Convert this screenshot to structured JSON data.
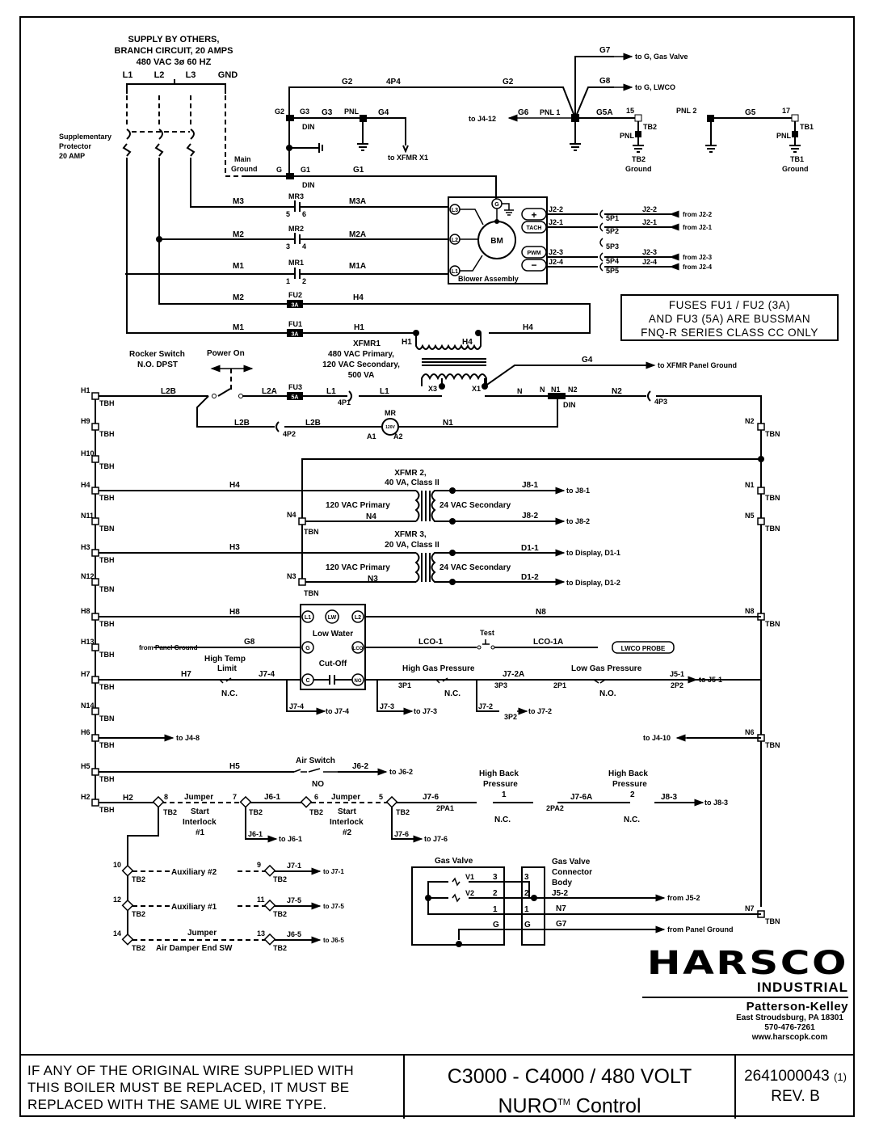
{
  "supply": {
    "line1": "SUPPLY BY OTHERS,",
    "line2": "BRANCH CIRCUIT, 20 AMPS",
    "line3": "480 VAC 3ø 60 HZ",
    "phases": [
      "L1",
      "L2",
      "L3",
      "GND"
    ]
  },
  "protector": {
    "line1": "Supplementary",
    "line2": "Protector",
    "line3": "20 AMP"
  },
  "main_ground": {
    "line1": "Main",
    "line2": "Ground"
  },
  "ground_section": {
    "g2_left": "G2",
    "g2_top": "G2",
    "p4p4": "4P4",
    "g2_right": "G2",
    "g3a": "G3",
    "g3b": "G3",
    "pnl": "PNL",
    "g4": "G4",
    "din1": "DIN",
    "to_xfmr_x1": "to XFMR X1",
    "g": "G",
    "g1a": "G1",
    "g1b": "G1",
    "din2": "DIN",
    "g7": "G7",
    "to_g_gas_valve": "to G, Gas Valve",
    "g8": "G8",
    "to_g_lwco": "to G, LWCO",
    "to_j4_12": "to J4-12",
    "g6": "G6",
    "pnl1": "PNL 1",
    "g5a": "G5A",
    "n15": "15",
    "tb2": "TB2",
    "pnl_tb2": "PNL",
    "tb2_ground_1": "TB2",
    "tb2_ground_2": "Ground",
    "pnl2": "PNL 2",
    "g5": "G5",
    "n17": "17",
    "tb1": "TB1",
    "pnl_tb1": "PNL",
    "tb1_ground_1": "TB1",
    "tb1_ground_2": "Ground"
  },
  "motor_section": {
    "m3": "M3",
    "mr3": "MR3",
    "mr3_a": "5",
    "mr3_b": "6",
    "m3a": "M3A",
    "m2": "M2",
    "mr2": "MR2",
    "mr2_a": "3",
    "mr2_b": "4",
    "m2a": "M2A",
    "m1": "M1",
    "mr1": "MR1",
    "mr1_a": "1",
    "mr1_b": "2",
    "m1a": "M1A",
    "m2_fuse": "M2",
    "fu2": "FU2",
    "fu2_rating": "3A",
    "h4": "H4",
    "m1_fuse": "M1",
    "fu1": "FU1",
    "fu1_rating": "3A",
    "h1": "H1",
    "h4b": "H4"
  },
  "blower": {
    "label": "Blower Assembly",
    "motor": "BM",
    "l1": "L1",
    "l2": "L2",
    "l3": "L3",
    "g": "G",
    "plus": "+",
    "tach": "TACH",
    "pwm": "PWM",
    "minus": "−",
    "wires": [
      {
        "left": "J2-2",
        "plug": "5P1",
        "right": "J2-2",
        "dest": "from J2-2"
      },
      {
        "left": "J2-1",
        "plug": "5P2",
        "right": "J2-1",
        "dest": "from J2-1"
      },
      {
        "left": "",
        "plug": "5P3",
        "right": "",
        "dest": ""
      },
      {
        "left": "J2-3",
        "plug": "5P4",
        "right": "J2-3",
        "dest": "from J2-3"
      },
      {
        "left": "J2-4",
        "plug": "5P5",
        "right": "J2-4",
        "dest": "from J2-4"
      }
    ]
  },
  "fuse_note": {
    "line1": "FUSES FU1 / FU2 (3A)",
    "line2": "AND FU3 (5A) ARE BUSSMAN",
    "line3": "FNQ-R SERIES CLASS CC ONLY"
  },
  "xfmr1": {
    "name": "XFMR1",
    "line1": "480 VAC Primary,",
    "line2": "120 VAC Secondary,",
    "line3": "500 VA",
    "h1": "H1",
    "h4": "H4",
    "x3": "X3",
    "x1": "X1",
    "g4": "G4",
    "to_panel_ground": "to XFMR Panel Ground"
  },
  "power_row": {
    "rocker_1": "Rocker Switch",
    "rocker_2": "N.O. DPST",
    "power_on": "Power On",
    "l2b": "L2B",
    "l2a": "L2A",
    "fu3": "FU3",
    "fu3_rating": "5A",
    "l1a": "L1",
    "p4p1": "4P1",
    "l1b": "L1",
    "n": "N",
    "n_b": "N",
    "n1": "N1",
    "n2": "N2",
    "din": "DIN",
    "n2_wire": "N2",
    "p4p3": "4P3",
    "l2b_low": "L2B",
    "p4p2": "4P2",
    "l2b_low2": "L2B",
    "mr": "MR",
    "mr_coil": "120V",
    "a1": "A1",
    "a2": "A2",
    "n1_low": "N1"
  },
  "left_terminals": [
    {
      "id": "H1",
      "tb": "TBH"
    },
    {
      "id": "H9",
      "tb": "TBH"
    },
    {
      "id": "H10",
      "tb": "TBH"
    },
    {
      "id": "H4",
      "tb": "TBH"
    },
    {
      "id": "N11",
      "tb": "TBN"
    },
    {
      "id": "H3",
      "tb": "TBH"
    },
    {
      "id": "N12",
      "tb": "TBN"
    },
    {
      "id": "H8",
      "tb": "TBH"
    },
    {
      "id": "H13",
      "tb": "TBH"
    },
    {
      "id": "H7",
      "tb": "TBH"
    },
    {
      "id": "N14",
      "tb": "TBN"
    },
    {
      "id": "H6",
      "tb": "TBH"
    },
    {
      "id": "H5",
      "tb": "TBH"
    },
    {
      "id": "H2",
      "tb": "TBH"
    }
  ],
  "right_terminals": [
    {
      "id": "N2",
      "tb": "TBN"
    },
    {
      "id": "N1",
      "tb": "TBN"
    },
    {
      "id": "N5",
      "tb": "TBN"
    },
    {
      "id": "N8",
      "tb": "TBN"
    },
    {
      "id": "N6",
      "tb": "TBN"
    },
    {
      "id": "N7",
      "tb": "TBN"
    }
  ],
  "xfmr2": {
    "name": "XFMR 2,",
    "rating": "40 VA, Class II",
    "primary": "120 VAC Primary",
    "secondary": "24 VAC Secondary",
    "h4": "H4",
    "n4": "N4",
    "n4_term": "N4",
    "tbn": "TBN",
    "out1": "J8-1",
    "dest1": "to J8-1",
    "out2": "J8-2",
    "dest2": "to J8-2"
  },
  "xfmr3": {
    "name": "XFMR 3,",
    "rating": "20 VA, Class II",
    "primary": "120 VAC Primary",
    "secondary": "24 VAC Secondary",
    "h3": "H3",
    "n3": "N3",
    "n3_term": "N3",
    "tbn": "TBN",
    "out1": "D1-1",
    "dest1": "to Display, D1-1",
    "out2": "D1-2",
    "dest2": "to Display, D1-2"
  },
  "lwco": {
    "title1": "Low Water",
    "title2": "Cut-Off",
    "l1": "L1",
    "lw": "LW",
    "l2": "L2",
    "g": "G",
    "lco": "LCO",
    "c": "C",
    "no": "NO",
    "h8": "H8",
    "n8": "N8",
    "g8": "G8",
    "from_panel_ground": "from Panel Ground",
    "lco1": "LCO-1",
    "test": "Test",
    "lco1a": "LCO-1A",
    "probe": "LWCO PROBE"
  },
  "limits_row": {
    "h7": "H7",
    "high_temp_1": "High Temp",
    "high_temp_2": "Limit",
    "nc1": "N.C.",
    "j7_4": "J7-4",
    "j7_4_tap": "J7-4",
    "to_j7_4": "to J7-4",
    "p3p1": "3P1",
    "high_gas": "High Gas Pressure",
    "nc2": "N.C.",
    "p3p3": "3P3",
    "j7_2a": "J7-2A",
    "p2p1": "2P1",
    "low_gas": "Low Gas Pressure",
    "no1": "N.O.",
    "j5_1": "J5-1",
    "p2p2": "2P2",
    "to_j5_1": "to J5-1",
    "j7_3": "J7-3",
    "to_j7_3": "to J7-3",
    "j7_2": "J7-2",
    "p3p2": "3P2",
    "to_j7_2": "to J7-2"
  },
  "h6_row": {
    "to_j4_8": "to J4-8",
    "to_j4_10": "to J4-10"
  },
  "air_row": {
    "h5": "H5",
    "air_switch": "Air Switch",
    "no": "NO",
    "j6_2": "J6-2",
    "to_j6_2": "to J6-2"
  },
  "interlock_row": {
    "h2": "H2",
    "t8": "8",
    "jumper1": "Jumper",
    "start1": "Start",
    "interlock1": "Interlock",
    "num1": "#1",
    "t7": "7",
    "j6_1": "J6-1",
    "t6": "6",
    "jumper2": "Jumper",
    "start2": "Start",
    "interlock2": "Interlock",
    "num2": "#2",
    "t5": "5",
    "j7_6": "J7-6",
    "p2pa1": "2PA1",
    "hbp1_1": "High Back",
    "hbp1_2": "Pressure",
    "hbp1_n": "1",
    "nc1": "N.C.",
    "p2pa2": "2PA2",
    "j7_6a": "J7-6A",
    "hbp2_1": "High Back",
    "hbp2_2": "Pressure",
    "hbp2_n": "2",
    "nc2": "N.C.",
    "j8_3": "J8-3",
    "to_j8_3": "to J8-3",
    "tb2": "TB2",
    "j6_1_tap": "J6-1",
    "to_j6_1": "to J6-1",
    "j7_6_tap": "J7-6",
    "to_j7_6": "to J7-6"
  },
  "aux_rows": [
    {
      "left": "10",
      "label": "Auxiliary #2",
      "right": "9",
      "wire": "J7-1",
      "dest": "to J7-1",
      "tb": "TB2"
    },
    {
      "left": "12",
      "label": "Auxiliary #1",
      "right": "11",
      "wire": "J7-5",
      "dest": "to J7-5",
      "tb": "TB2"
    },
    {
      "left": "14",
      "label": "Jumper",
      "sub": "Air Damper End SW",
      "right": "13",
      "wire": "J6-5",
      "dest": "to J6-5",
      "tb": "TB2"
    }
  ],
  "gas_valve": {
    "title": "Gas Valve",
    "v1": "V1",
    "v2": "V2",
    "pins": [
      "3",
      "2",
      "1",
      "G"
    ],
    "conn_1": "Gas Valve",
    "conn_2": "Connector",
    "conn_3": "Body",
    "j5_2": "J5-2",
    "from_j5_2": "from J5-2",
    "n7": "N7",
    "g7": "G7",
    "from_panel_ground": "from Panel Ground"
  },
  "logo": {
    "brand": "HARSCO",
    "division": "INDUSTRIAL",
    "company": "Patterson-Kelley",
    "address": "East Stroudsburg, PA 18301",
    "phone": "570-476-7261",
    "web": "www.harscopk.com"
  },
  "title_block": {
    "warning_1": "IF ANY OF THE ORIGINAL WIRE SUPPLIED WITH",
    "warning_2": "THIS BOILER MUST BE REPLACED, IT MUST BE",
    "warning_3": "REPLACED WITH THE SAME UL WIRE TYPE.",
    "model": "C3000 - C4000 / 480 VOLT",
    "product": "NURO",
    "tm": "TM",
    "product_suffix": "Control",
    "drawing_no": "2641000043",
    "sheet": "(1)",
    "rev": "REV. B"
  }
}
